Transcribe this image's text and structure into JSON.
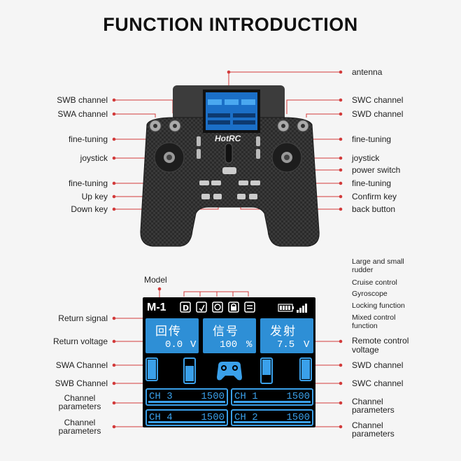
{
  "title": "FUNCTION INTRODUCTION",
  "device": {
    "brand": "HotRC",
    "labels_left": {
      "swb": "SWB channel",
      "swa": "SWA channel",
      "fine1": "fine-tuning",
      "joystick": "joystick",
      "fine2": "fine-tuning",
      "up": "Up key",
      "down": "Down key"
    },
    "labels_right": {
      "antenna": "antenna",
      "swc": "SWC channel",
      "swd": "SWD channel",
      "fine1": "fine-tuning",
      "joystick": "joystick",
      "power": "power switch",
      "fine2": "fine-tuning",
      "confirm": "Confirm key",
      "back": "back button"
    }
  },
  "screen_labels": {
    "model": "Model",
    "large_small_rudder": "Large and small rudder",
    "cruise": "Cruise control",
    "gyro": "Gyroscope",
    "locking": "Locking function",
    "mixed": "Mixed control function",
    "return_signal": "Return signal",
    "return_voltage": "Return voltage",
    "swa": "SWA Channel",
    "swb": "SWB Channel",
    "ch_params_1": "Channel parameters",
    "ch_params_2": "Channel parameters",
    "remote_voltage": "Remote control voltage",
    "swd": "SWD channel",
    "swc": "SWC channel",
    "ch_params_r1": "Channel parameters",
    "ch_params_r2": "Channel parameters"
  },
  "lcd": {
    "model": "M-1",
    "box1": "回传",
    "box2": "信号",
    "box3": "发射",
    "return_voltage": "0.0",
    "return_voltage_unit": "V",
    "signal": "100",
    "signal_unit": "%",
    "remote_voltage": "7.5",
    "remote_voltage_unit": "V",
    "channels": [
      {
        "name": "CH 3",
        "value": "1500"
      },
      {
        "name": "CH 1",
        "value": "1500"
      },
      {
        "name": "CH 4",
        "value": "1500"
      },
      {
        "name": "CH 2",
        "value": "1500"
      }
    ]
  }
}
